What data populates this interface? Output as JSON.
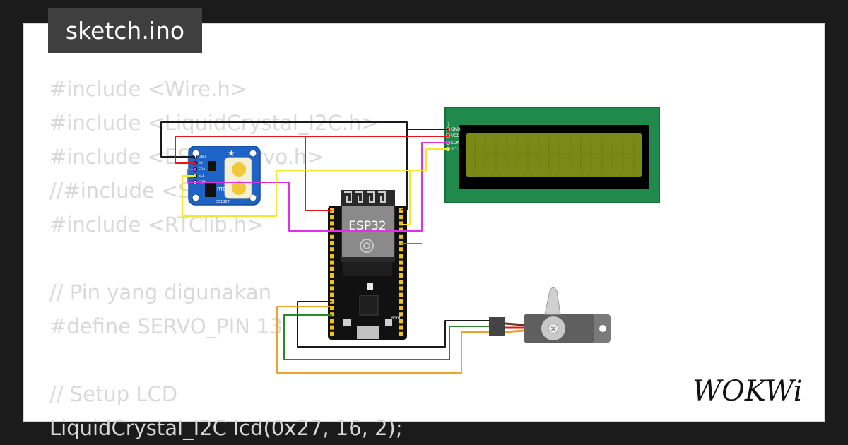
{
  "file_name": "sketch.ino",
  "code_lines": [
    "#include <Wire.h>",
    "#include <LiquidCrystal_I2C.h>",
    "#include <ESP32Servo.h>",
    "//#include <SPI.h>",
    "#include <RTClib.h>",
    "",
    "// Pin yang digunakan",
    "#define SERVO_PIN 13",
    "",
    "// Setup LCD",
    "LiquidCrystal_I2C lcd(0x27, 16, 2);"
  ],
  "components": {
    "rtc": {
      "title": "RTC",
      "part": "DS1307",
      "pins": [
        "GND",
        "5V",
        "SDA",
        "SCL",
        "SQW"
      ]
    },
    "lcd": {
      "pins": [
        "GND",
        "VCC",
        "SDA",
        "SCL"
      ],
      "pin1_mark": "1"
    },
    "esp32": {
      "title": "ESP32",
      "boot_label": "Boot"
    }
  },
  "logo_text": "WOKWi",
  "colors": {
    "background": "#1b1b1b",
    "wire_black": "#1a1a1a",
    "wire_red": "#e8141c",
    "wire_yellow": "#f6e62c",
    "wire_magenta": "#e22fe6",
    "wire_orange": "#f1a02c",
    "wire_green": "#2a8a2a",
    "lcd_board": "#1f8a4c",
    "lcd_screen": "#7a8a16",
    "rtc_board": "#1e63c6"
  }
}
